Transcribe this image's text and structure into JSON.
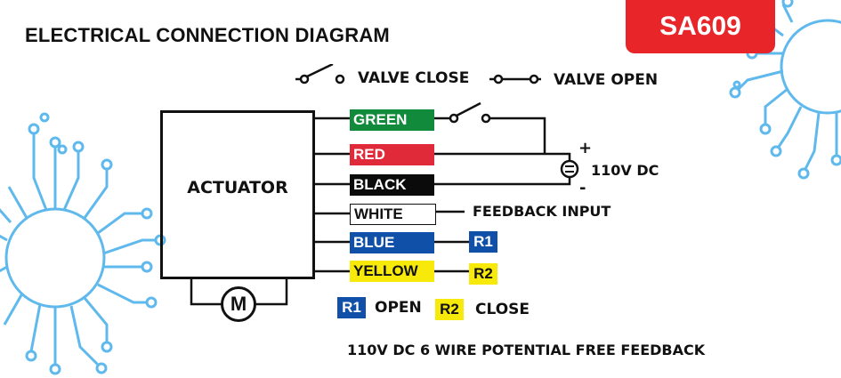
{
  "title": "ELECTRICAL CONNECTION DIAGRAM",
  "model": "SA609",
  "legend": {
    "valve_close": "VALVE CLOSE",
    "valve_open": "VALVE OPEN"
  },
  "actuator": "ACTUATOR",
  "motor": "M",
  "wires": [
    {
      "label": "GREEN",
      "color": "#118a3c",
      "text_color": "#ffffff"
    },
    {
      "label": "RED",
      "color": "#e02a3a",
      "text_color": "#ffffff"
    },
    {
      "label": "BLACK",
      "color": "#0b0b0b",
      "text_color": "#ffffff"
    },
    {
      "label": "WHITE",
      "color": "#ffffff",
      "text_color": "#111111"
    },
    {
      "label": "BLUE",
      "color": "#1150a8",
      "text_color": "#ffffff"
    },
    {
      "label": "YELLOW",
      "color": "#f7ea0a",
      "text_color": "#111111"
    }
  ],
  "power": {
    "plus": "+",
    "minus": "-",
    "label": "110V DC"
  },
  "feedback_input": "FEEDBACK INPUT",
  "relays": {
    "r1": {
      "tag": "R1",
      "color": "#1150a8",
      "text_color": "#ffffff",
      "meaning": "OPEN"
    },
    "r2": {
      "tag": "R2",
      "color": "#f7ea0a",
      "text_color": "#111111",
      "meaning": "CLOSE"
    }
  },
  "footer": "110V DC 6 WIRE POTENTIAL FREE FEEDBACK",
  "decoration_color": "#5fb9ec"
}
